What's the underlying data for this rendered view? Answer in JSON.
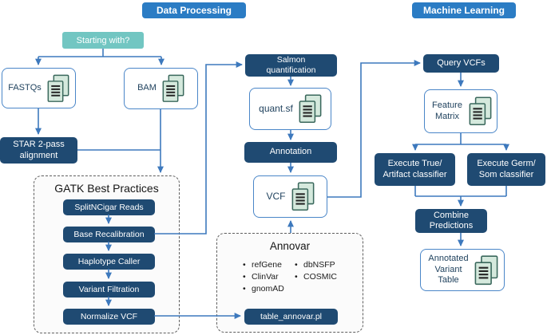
{
  "colors": {
    "node_navy": "#1f4a72",
    "badge_blue": "#2b7cc4",
    "badge_teal": "#72c6c2",
    "line_blue": "#3d79bd",
    "filebox_border": "#4a86c8",
    "doc_icon_fill": "#d5e9dd",
    "doc_icon_stroke": "#3a685c"
  },
  "header": {
    "data_processing": "Data Processing",
    "machine_learning": "Machine Learning"
  },
  "flow": {
    "starting_with": "Starting with?",
    "fastqs": "FASTQs",
    "bam": "BAM",
    "star_alignment": "STAR 2-pass alignment",
    "gatk": {
      "title": "GATK Best Practices",
      "steps": [
        "SplitNCigar Reads",
        "Base Recalibration",
        "Haplotype Caller",
        "Variant Filtration",
        "Normalize VCF"
      ]
    },
    "salmon": "Salmon quantification",
    "quant_sf": "quant.sf",
    "annotation": "Annotation",
    "vcf": "VCF",
    "annovar": {
      "title": "Annovar",
      "databases_col1": [
        "refGene",
        "ClinVar",
        "gnomAD"
      ],
      "databases_col2": [
        "dbNSFP",
        "COSMIC"
      ],
      "script": "table_annovar.pl"
    },
    "query_vcfs": "Query VCFs",
    "feature_matrix": "Feature Matrix",
    "classifier_true_artifact": "Execute True/ Artifact classifier",
    "classifier_germ_som": "Execute Germ/ Som classifier",
    "combine_predictions": "Combine Predictions",
    "annotated_variant_table": "Annotated Variant Table"
  }
}
